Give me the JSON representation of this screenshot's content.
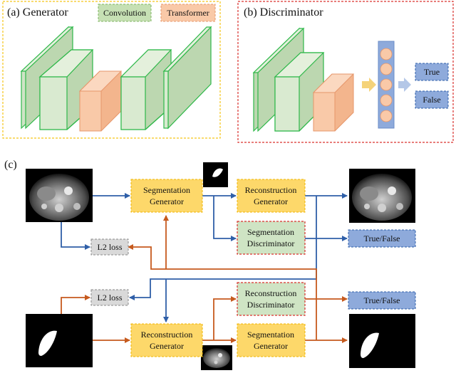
{
  "panels": {
    "generator_title": "(a) Generator",
    "discriminator_title": "(b) Discriminator",
    "pipeline_label": "(c)"
  },
  "legend": {
    "convolution": "Convolution",
    "transformer": "Transformer"
  },
  "discriminator_outputs": {
    "true": "True",
    "false": "False"
  },
  "pipeline": {
    "seg_gen_top": [
      "Segmentation",
      "Generator"
    ],
    "rec_gen_top": [
      "Reconstruction",
      "Generator"
    ],
    "seg_disc": [
      "Segmentation",
      "Discriminator"
    ],
    "rec_disc": [
      "Reconstruction",
      "Discriminator"
    ],
    "rec_gen_bottom": [
      "Reconstruction",
      "Generator"
    ],
    "seg_gen_bottom": [
      "Segmentation",
      "Generator"
    ],
    "l2_loss_top": "L2 loss",
    "l2_loss_bottom": "L2 loss",
    "true_false_top": "True/False",
    "true_false_bottom": "True/False"
  },
  "colors": {
    "conv_fill": "#cfe3c6",
    "conv_stroke": "#2fb84a",
    "transformer_fill": "#f9c9a8",
    "generator_box": "#fdd86a",
    "disc_box": "#cfe4c4",
    "output_box": "#8eaadb",
    "loss_box": "#d9d9d9",
    "blue_arrow": "#2f5fa8",
    "orange_arrow": "#c65a1e"
  }
}
